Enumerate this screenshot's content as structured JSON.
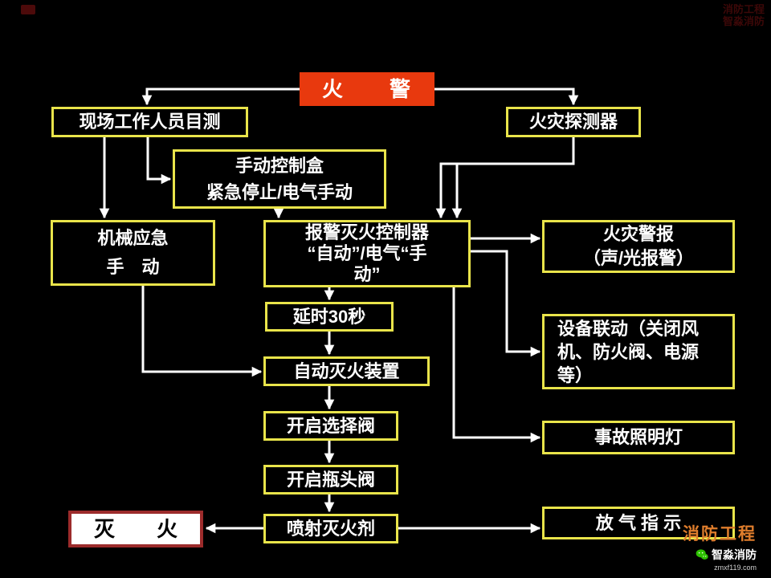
{
  "nodes": {
    "fire_alarm": {
      "label": "火　　警"
    },
    "visual_check": {
      "label": "现场工作人员目测"
    },
    "detector": {
      "label": "火灾探测器"
    },
    "manual_control_box": {
      "line1": "手动控制盒",
      "line2": "紧急停止/电气手动"
    },
    "mechanical_manual": {
      "line1": "机械应急",
      "line2": "手　动"
    },
    "controller": {
      "line1": "报警灭火控制器",
      "line2": "“自动”/电气“手",
      "line3": "动”"
    },
    "fire_warning": {
      "line1": "火灾警报",
      "line2": "（声/光报警）"
    },
    "delay_30s": {
      "label": "延时30秒"
    },
    "equipment_linkage": {
      "label": "设备联动（关闭风机、防火阀、电源等）"
    },
    "auto_extinguisher": {
      "label": "自动灭火装置"
    },
    "selector_valve": {
      "label": "开启选择阀"
    },
    "accident_light": {
      "label": "事故照明灯"
    },
    "bottle_valve": {
      "label": "开启瓶头阀"
    },
    "spray_agent": {
      "label": "喷射灭火剂"
    },
    "extinguish": {
      "label": "灭　　火"
    },
    "gas_release": {
      "label": "放 气 指 示"
    }
  },
  "watermark": {
    "brand": "消防工程",
    "wechat_name": "智淼消防",
    "wechat_url": "zmxf119.com",
    "corner_line1": "消防工程",
    "corner_line2": "智淼消防"
  },
  "colors": {
    "background": "#000000",
    "box_border": "#e9e44a",
    "alarm_red": "#e8390e",
    "arrow": "#ffffff",
    "extinguish_border": "#9c2b2b",
    "brand_orange": "#df7d2c",
    "wechat_green": "#2dc100"
  }
}
